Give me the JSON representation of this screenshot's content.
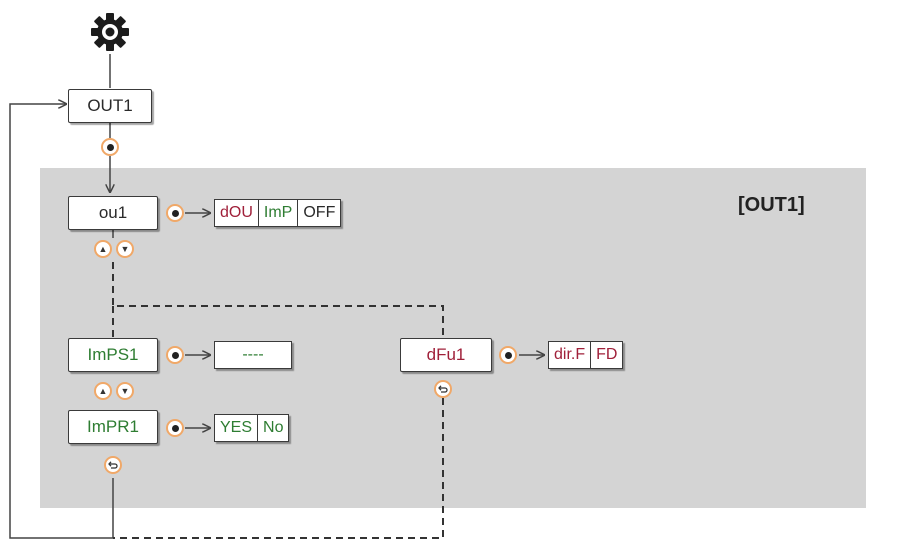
{
  "diagram": {
    "section_label": "[OUT1]",
    "menu_icon": "gear-icon",
    "colors": {
      "panel": "#d4d4d4",
      "red_text": "#a0203a",
      "green_text": "#2e7d32",
      "button_ring": "#f0a868"
    },
    "nodes": {
      "out1": "OUT1",
      "ou1": "ou1",
      "imps1": "ImPS1",
      "impr1": "ImPR1",
      "dfu1": "dFu1"
    },
    "options": {
      "ou1": [
        "dOU",
        "ImP",
        "OFF"
      ],
      "imps1": [
        "----"
      ],
      "impr1": [
        "YES",
        "No"
      ],
      "dfu1": [
        "dir.F",
        "FD"
      ]
    },
    "buttons": {
      "enter": "enter",
      "up": "▲",
      "down": "▼",
      "back": "back"
    }
  }
}
